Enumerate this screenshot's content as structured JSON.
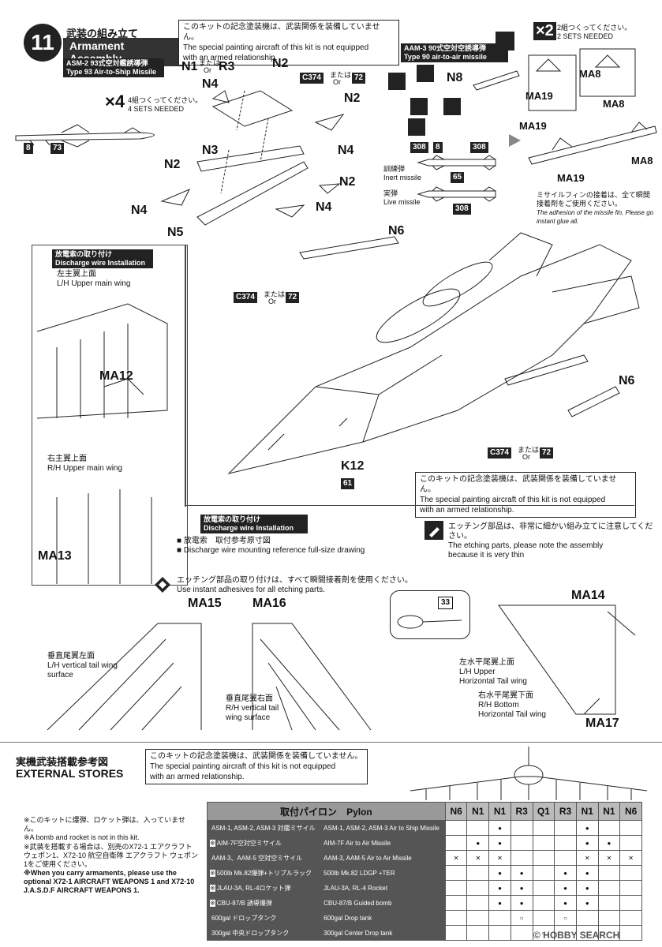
{
  "header": {
    "step_number": "11",
    "title_jp": "武装の組み立て",
    "title_en": "Armament Assembly"
  },
  "notice_top": {
    "jp": "このキットの記念塗装機は、武装関係を装備していません。",
    "en1": "The special painting aircraft of this kit is not equipped",
    "en2": "with an armed relationship."
  },
  "asm2": {
    "tag_jp": "ASM-2 93式空対艦誘導弾",
    "tag_en": "Type 93 Air-to-Ship Missile",
    "multiplier": "×4",
    "sets_jp": "4組つくってください。",
    "sets_en": "4 SETS NEEDED",
    "part_a": "8",
    "part_b": "73"
  },
  "pylon_parts": {
    "n1": "N1",
    "or_small": "または",
    "or_en": "Or",
    "r3": "R3",
    "n2": "N2",
    "n3": "N3",
    "n4": "N4",
    "n5": "N5",
    "c374": "C374",
    "part72": "72"
  },
  "aam3": {
    "tag_jp": "AAM-3 90式空対空誘導弾",
    "tag_en": "Type 90 air-to-air missile",
    "multiplier": "×2",
    "sets_jp": "2組つくってください。",
    "sets_en": "2 SETS NEEDED",
    "n8": "N8",
    "p308": "308",
    "p8": "8",
    "p65": "65",
    "inert_jp": "訓練弾",
    "inert_en": "Inert missile",
    "live_jp": "実弾",
    "live_en": "Live missile",
    "ma19": "MA19",
    "ma8": "MA8",
    "adhesion_jp": "ミサイルフィンの接着は、全て瞬間接着剤をご使用ください。",
    "adhesion_en": "The adhesion of the missile fin, Please go instant glue all."
  },
  "aircraft": {
    "n6": "N6",
    "k12": "K12",
    "p61": "61",
    "c374": "C374",
    "p72": "72",
    "or_jp": "または",
    "or_en": "Or"
  },
  "discharge_left": {
    "tag_jp": "放電索の取り付け",
    "tag_en": "Discharge wire Installation",
    "lh_upper_jp": "左主翼上面",
    "lh_upper_en": "L/H Upper main wing",
    "ma12": "MA12",
    "rh_upper_jp": "右主翼上面",
    "rh_upper_en": "R/H Upper main wing",
    "ma13": "MA13"
  },
  "notice_mid": {
    "jp": "このキットの記念塗装機は、武装関係を装備していません。",
    "en1": "The special painting aircraft of this kit is not equipped",
    "en2": "with an armed relationship."
  },
  "etching_notice": {
    "jp": "エッチング部品は、非常に細かい組み立てに注意してください。",
    "en1": "The etching parts, please note the assembly",
    "en2": "because it is very thin"
  },
  "discharge_mid": {
    "tag_jp": "放電索の取り付け",
    "tag_en": "Discharge wire Installation",
    "bullet1_jp": "■ 放電索　取付参考原寸図",
    "bullet1_en": "■ Discharge wire mounting reference full-size drawing"
  },
  "etching_glue": {
    "jp": "エッチング部品の取り付けは、すべて瞬間接着剤を使用ください。",
    "en": "Use instant adhesives for all etching parts."
  },
  "tail": {
    "ma15": "MA15",
    "ma16": "MA16",
    "ma14": "MA14",
    "ma17": "MA17",
    "p33": "33",
    "lh_vert_jp": "垂直尾翼左面",
    "lh_vert_en1": "L/H vertical tail wing",
    "lh_vert_en2": "surface",
    "rh_vert_jp": "垂直尾翼右面",
    "rh_vert_en1": "R/H vertical tail",
    "rh_vert_en2": "wing surface",
    "lh_horiz_jp": "左水平尾翼上面",
    "lh_horiz_en1": "L/H Upper",
    "lh_horiz_en2": "Horizontal Tail wing",
    "rh_horiz_jp": "右水平尾翼下面",
    "rh_horiz_en1": "R/H Bottom",
    "rh_horiz_en2": "Horizontal Tail wing"
  },
  "external_stores": {
    "title_jp": "実機武装搭載参考図",
    "title_en": "EXTERNAL STORES",
    "notice_jp": "このキットの記念塗装機は、武装関係を装備していません。",
    "notice_en1": "The special painting aircraft of this kit is not equipped",
    "notice_en2": "with an armed relationship.",
    "note1_jp": "※このキットに爆弾、ロケット弾は、入っていません。",
    "note1_en": "※A bomb and rocket is not in this kit.",
    "note2_jp": "※武装を搭載する場合は、別売のX72-1 エアクラフト ウェポン1、X72-10 航空自衛隊 エアクラフト ウェポン1をご使用ください。",
    "note2_en": "※When you carry armaments, please use the optional X72-1 AIRCRAFT WEAPONS 1 and X72-10 J.A.S.D.F AIRCRAFT WEAPONS 1."
  },
  "pylon_table": {
    "head_jp": "取付パイロン",
    "head_en": "Pylon",
    "columns": [
      "N6",
      "N1",
      "N1",
      "R3",
      "Q1",
      "R3",
      "N1",
      "N1",
      "N6"
    ],
    "rows": [
      {
        "mark": "",
        "jp": "ASM-1, ASM-2, ASM-3 対艦ミサイル",
        "en": "ASM-1, ASM-2, ASM-3 Air to Ship Missile",
        "cells": [
          "",
          "",
          "●",
          "",
          "",
          "",
          "●",
          "",
          ""
        ]
      },
      {
        "mark": "※",
        "jp": "AIM-7F空対空ミサイル",
        "en": "AIM-7F Air to Air Missile",
        "cells": [
          "",
          "●",
          "●",
          "",
          "",
          "",
          "●",
          "●",
          ""
        ]
      },
      {
        "mark": "",
        "jp": "AAM-3、AAM-5 空対空ミサイル",
        "en": "AAM-3, AAM-5 Air to Air Missile",
        "cells": [
          "✕",
          "✕",
          "✕",
          "",
          "",
          "",
          "✕",
          "✕",
          "✕"
        ]
      },
      {
        "mark": "※",
        "jp": "500lb Mk.82爆弾+トリプルラック",
        "en": "500lb Mk.82 LDGP +TER",
        "cells": [
          "",
          "",
          "●",
          "●",
          "",
          "●",
          "●",
          "",
          ""
        ]
      },
      {
        "mark": "※",
        "jp": "JLAU-3A, RL-4ロケット弾",
        "en": "JLAU-3A, RL-4 Rocket",
        "cells": [
          "",
          "",
          "●",
          "●",
          "",
          "●",
          "●",
          "",
          ""
        ]
      },
      {
        "mark": "※",
        "jp": "CBU-87/B 誘導爆弾",
        "en": "CBU-87/B Guided bomb",
        "cells": [
          "",
          "",
          "●",
          "●",
          "",
          "●",
          "●",
          "",
          ""
        ]
      },
      {
        "mark": "",
        "jp": "600gal ドロップタンク",
        "en": "600gal Drop tank",
        "cells": [
          "",
          "",
          "",
          "○",
          "",
          "○",
          "",
          "",
          ""
        ]
      },
      {
        "mark": "",
        "jp": "300gal 中央ドロップタンク",
        "en": "300gal Center Drop tank",
        "cells": [
          "",
          "",
          "",
          "",
          "○",
          "",
          "",
          "",
          ""
        ]
      }
    ]
  },
  "watermark": "© HOBBY SEARCH"
}
